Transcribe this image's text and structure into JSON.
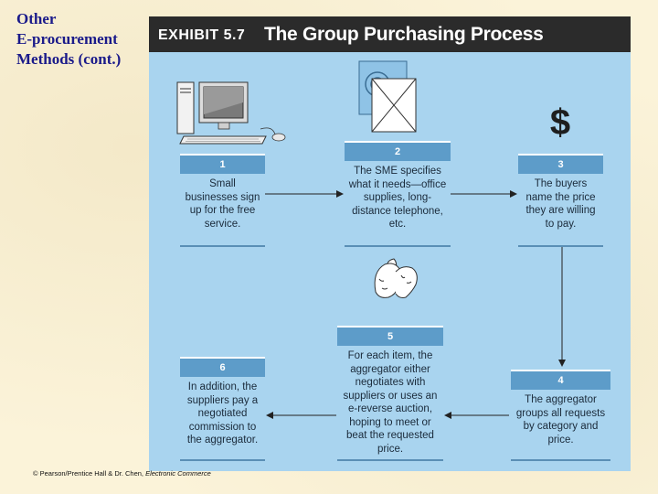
{
  "slide": {
    "title_lines": [
      "Other",
      "E-procurement",
      "Methods (cont.)"
    ]
  },
  "exhibit": {
    "number": "EXHIBIT 5.7",
    "title": "The Group Purchasing Process",
    "steps": [
      {
        "num": "1",
        "text": "Small businesses sign up for the free service."
      },
      {
        "num": "2",
        "text": "The SME specifies what it needs—office supplies, long-distance telephone, etc."
      },
      {
        "num": "3",
        "text": "The buyers name the price they are willing to pay."
      },
      {
        "num": "4",
        "text": "The aggregator groups all requests by category and price."
      },
      {
        "num": "5",
        "text": "For each item, the aggregator either negotiates with suppliers or uses an e-reverse auction, hoping to meet or beat the requested price."
      },
      {
        "num": "6",
        "text": "In addition, the suppliers pay a negotiated commission to the aggregator."
      }
    ],
    "dollar_symbol": "$",
    "icons": [
      "computer-icon",
      "envelope-icon",
      "dollar-icon",
      "people-icon"
    ]
  },
  "footer": {
    "credit": "© Pearson/Prentice Hall & Dr. Chen, ",
    "credit_italic": "Electronic Commerce"
  },
  "colors": {
    "background": "#fbf3d9",
    "title": "#1a1a8a",
    "header": "#2b2b2b",
    "panel": "#a9d4ef",
    "step_num_bar": "#5d9cc9"
  }
}
